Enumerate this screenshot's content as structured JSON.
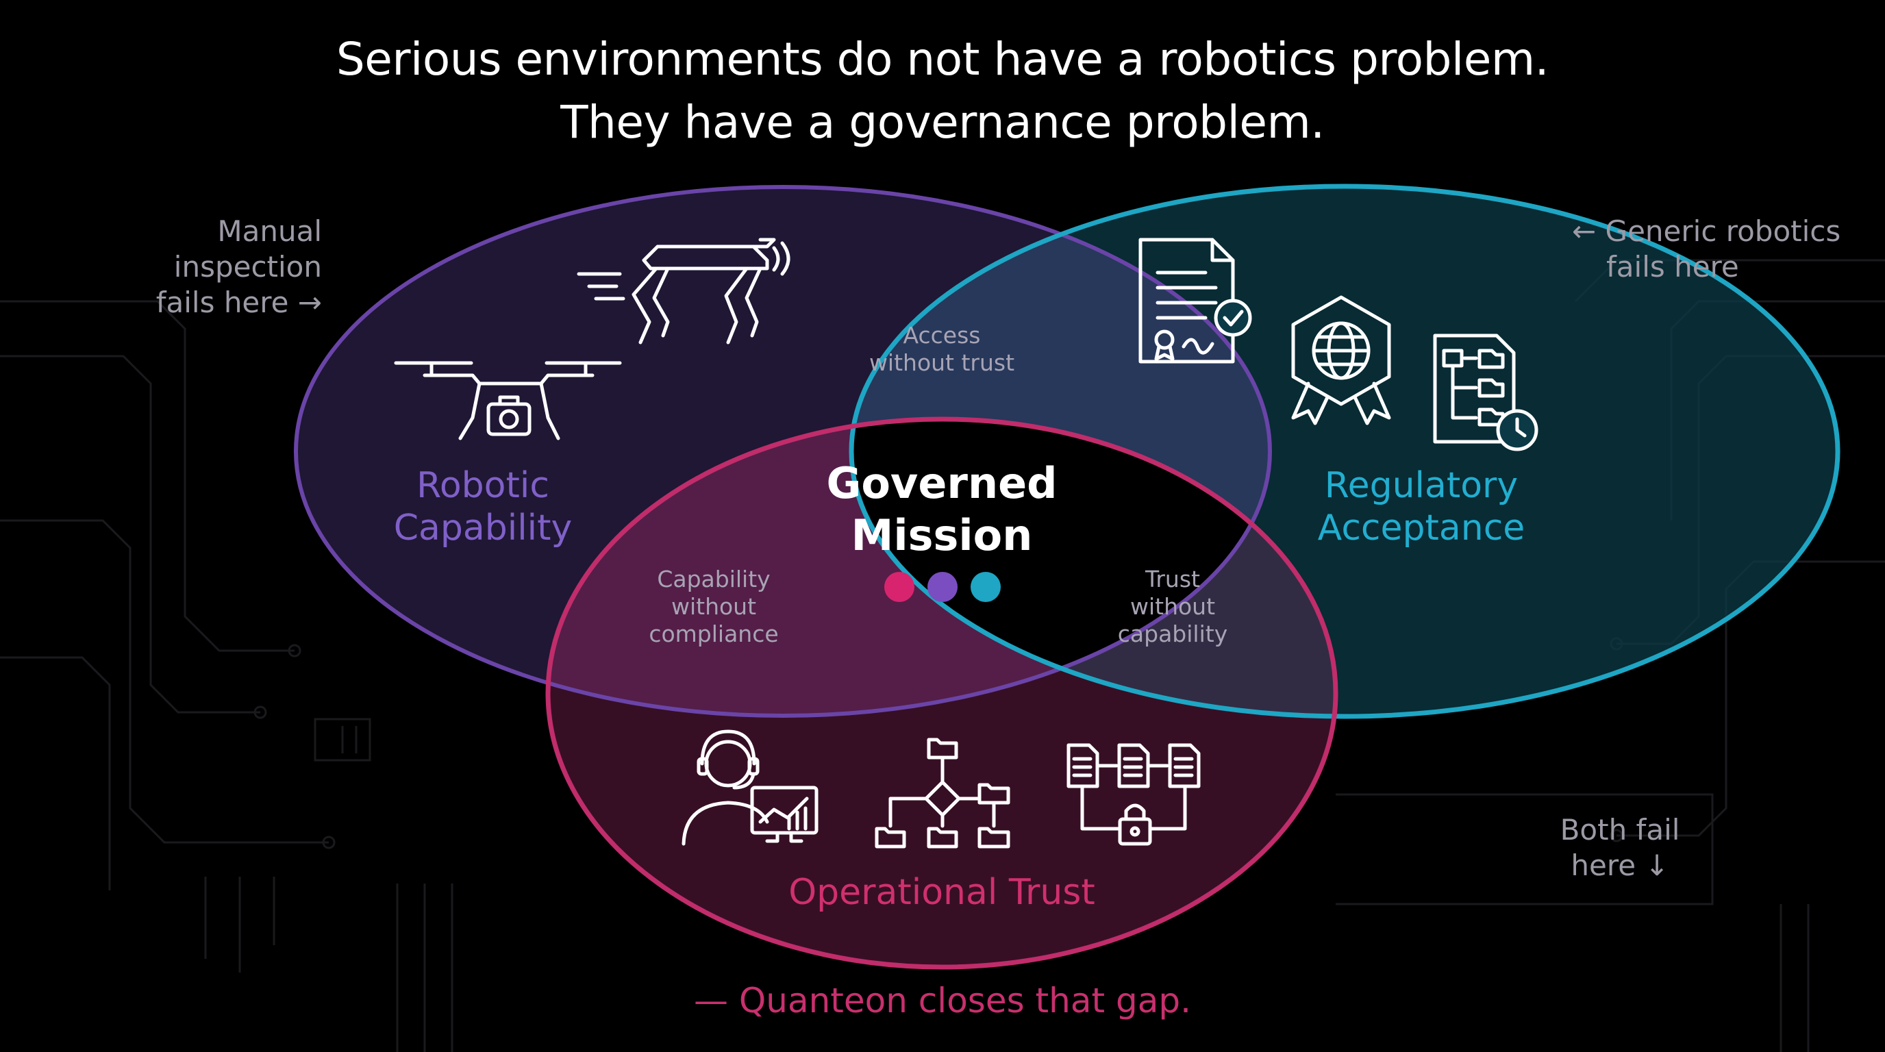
{
  "headline": {
    "line1": "Serious environments do not have a robotics problem.",
    "line2": "They have a governance problem."
  },
  "side_notes": {
    "left_line1": "Manual inspection",
    "left_line2": "fails here →",
    "right_line1": "← Generic robotics",
    "right_line2": "fails here",
    "bottom_line1": "Both fail",
    "bottom_line2": "here ↓"
  },
  "circles": {
    "robotic": {
      "line1": "Robotic",
      "line2": "Capability",
      "color": "#7a52b5",
      "icons": [
        "quadruped-robot-icon",
        "drone-icon"
      ]
    },
    "regulatory": {
      "line1": "Regulatory",
      "line2": "Acceptance",
      "color": "#1ea6c4",
      "icons": [
        "certified-document-icon",
        "globe-badge-icon",
        "workflow-document-clock-icon"
      ]
    },
    "operational": {
      "label": "Operational Trust",
      "color": "#c12c6b",
      "icons": [
        "operator-headset-icon",
        "process-flow-icon",
        "locked-document-chain-icon"
      ]
    }
  },
  "overlaps": {
    "top": {
      "line1": "Access",
      "line2": "without trust"
    },
    "left": {
      "line1": "Capability",
      "line2": "without",
      "line3": "compliance"
    },
    "right": {
      "line1": "Trust",
      "line2": "without",
      "line3": "capability"
    }
  },
  "center": {
    "line1": "Governed",
    "line2": "Mission",
    "dot_colors": [
      "#d8246e",
      "#7a4ec0",
      "#1ea6c4"
    ]
  },
  "footer": {
    "text": "— Quanteon closes that gap.",
    "color": "#c8306e"
  }
}
